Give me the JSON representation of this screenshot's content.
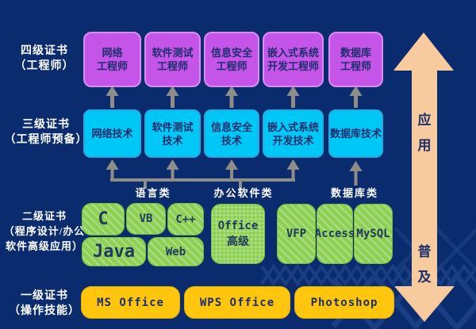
{
  "colors": {
    "background": "#0a2c6e",
    "level4_box": "#c554e8",
    "level3_box": "#00c8f6",
    "level2_box": "#8dd054",
    "level1_box": "#ffc60d",
    "connector_gray": "#8f8d88",
    "side_arrow": "#f7cb9d",
    "box_text": "#1e2d6e",
    "label_text": "#ffffff"
  },
  "left_labels": [
    {
      "lines": [
        "四级证书",
        "（工程师）"
      ]
    },
    {
      "lines": [
        "三级证书",
        "（工程师预备）"
      ]
    },
    {
      "lines": [
        "二级证书",
        "（程序设计/办公",
        "软件高级应用）"
      ]
    },
    {
      "lines": [
        "一级证书",
        "（操作技能）"
      ]
    }
  ],
  "level4_boxes": [
    {
      "lines": [
        "网络",
        "工程师"
      ]
    },
    {
      "lines": [
        "软件测试",
        "工程师"
      ]
    },
    {
      "lines": [
        "信息安全",
        "工程师"
      ]
    },
    {
      "lines": [
        "嵌入式系统",
        "开发工程师"
      ]
    },
    {
      "lines": [
        "数据库",
        "工程师"
      ]
    }
  ],
  "level3_boxes": [
    {
      "lines": [
        "网络技术"
      ]
    },
    {
      "lines": [
        "软件测试",
        "技术"
      ]
    },
    {
      "lines": [
        "信息安全",
        "技术"
      ]
    },
    {
      "lines": [
        "嵌入式系统",
        "开发技术"
      ]
    },
    {
      "lines": [
        "数据库技术"
      ]
    }
  ],
  "level2": {
    "category_labels": [
      "语言类",
      "办公软件类",
      "数据库类"
    ],
    "language_boxes": [
      "C",
      "VB",
      "C++",
      "Java",
      "Web"
    ],
    "office_box": "Office 高级",
    "database_boxes": [
      "VFP",
      "Access",
      "MySQL"
    ]
  },
  "level1_boxes": [
    "MS Office",
    "WPS Office",
    "Photoshop"
  ],
  "side_arrow": {
    "top_label": "应用",
    "bottom_label": "普及"
  }
}
